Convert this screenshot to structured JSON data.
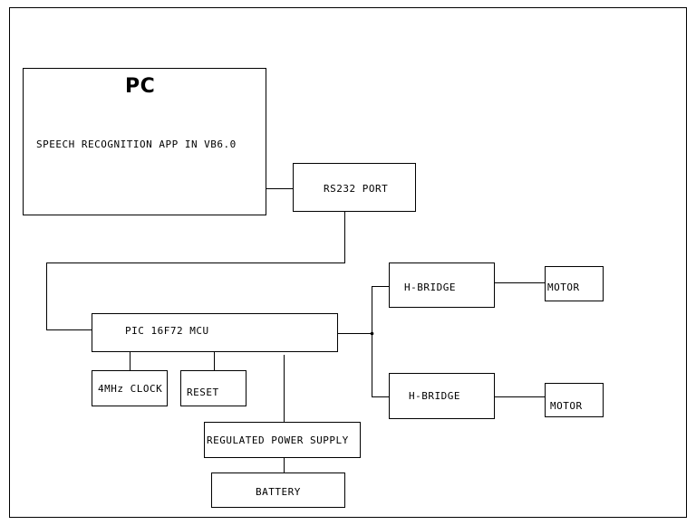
{
  "diagram": {
    "pc": {
      "title": "PC",
      "subtitle": "SPEECH RECOGNITION APP IN VB6.0"
    },
    "rs232": "RS232 PORT",
    "mcu": "PIC 16F72 MCU",
    "clock": "4MHz CLOCK",
    "reset": "RESET",
    "power": "REGULATED POWER SUPPLY",
    "battery": "BATTERY",
    "hbridge_top": "H-BRIDGE",
    "hbridge_bottom": "H-BRIDGE",
    "motor_top": "MOTOR",
    "motor_bottom": "MOTOR"
  }
}
